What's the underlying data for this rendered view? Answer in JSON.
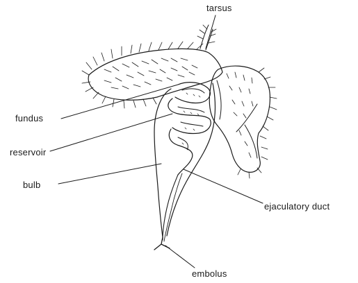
{
  "labels": {
    "tarsus": "tarsus",
    "fundus": "fundus",
    "reservoir": "reservoir",
    "bulb": "bulb",
    "ejaculatory_duct": "ejaculatory duct",
    "embolus": "embolus"
  },
  "colors": {
    "ink": "#1a1a1a",
    "background": "#ffffff"
  }
}
